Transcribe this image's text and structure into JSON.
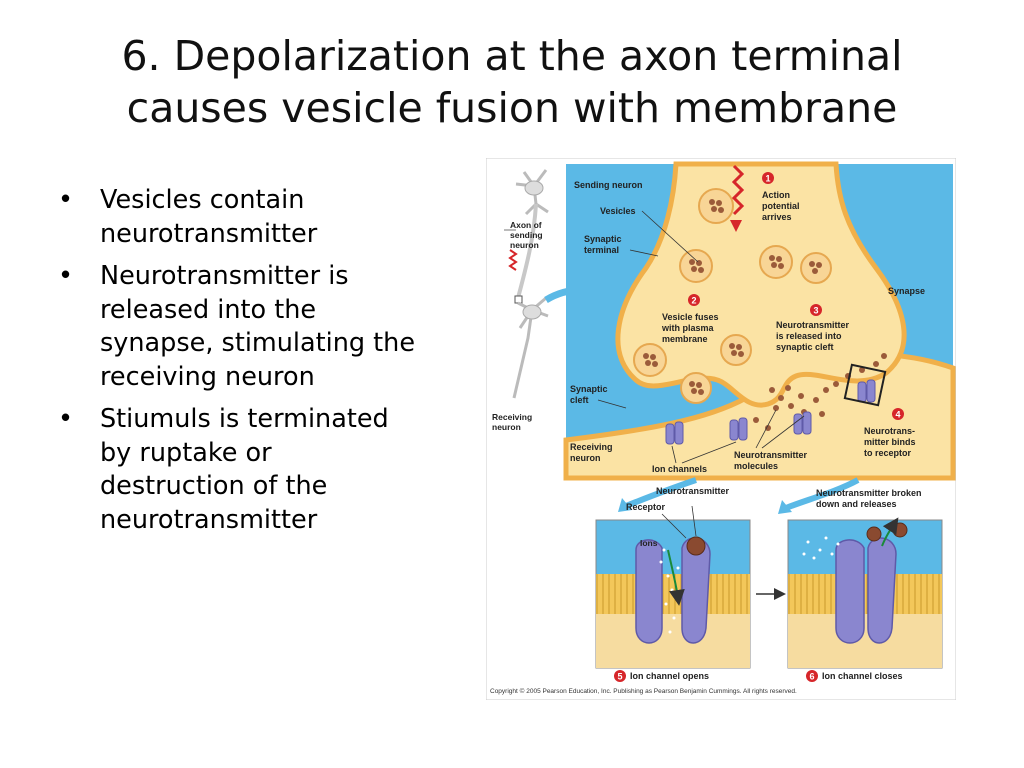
{
  "slide": {
    "title_line1": "6. Depolarization at the axon terminal",
    "title_line2": "causes vesicle fusion with membrane",
    "bullets": [
      {
        "lines": [
          "Vesicles contain",
          "neurotransmitter"
        ]
      },
      {
        "lines": [
          "Neurotransmitter is",
          "released into the",
          "synapse, stimulating the",
          "receiving neuron"
        ]
      },
      {
        "lines": [
          "Stiumuls is terminated",
          "by ruptake or",
          "destruction of the",
          "neurotransmitter"
        ]
      }
    ],
    "bullet_glyph": "•"
  },
  "figure": {
    "neuron_labels": {
      "axon_sending": [
        "Axon of",
        "sending",
        "neuron"
      ],
      "receiving": [
        "Receiving",
        "neuron"
      ]
    },
    "labels": {
      "sending_neuron": "Sending neuron",
      "vesicles": "Vesicles",
      "synaptic_terminal": [
        "Synaptic",
        "terminal"
      ],
      "synapse": "Synapse",
      "synaptic_cleft": [
        "Synaptic",
        "cleft"
      ],
      "receiving_neuron": [
        "Receiving",
        "neuron"
      ],
      "ion_channels": "Ion channels",
      "nt_molecules": [
        "Neurotransmitter",
        "molecules"
      ],
      "neurotransmitter": "Neurotransmitter",
      "receptor": "Receptor",
      "ions": "Ions",
      "nt_broken": [
        "Neurotransmitter broken",
        "down and releases"
      ]
    },
    "steps": [
      {
        "num": "1",
        "text": [
          "Action",
          "potential",
          "arrives"
        ]
      },
      {
        "num": "2",
        "text": [
          "Vesicle fuses",
          "with plasma",
          "membrane"
        ]
      },
      {
        "num": "3",
        "text": [
          "Neurotransmitter",
          "is released into",
          "synaptic cleft"
        ]
      },
      {
        "num": "4",
        "text": [
          "Neurotrans-",
          "mitter binds",
          "to receptor"
        ]
      },
      {
        "num": "5",
        "text": [
          "Ion channel opens"
        ]
      },
      {
        "num": "6",
        "text": [
          "Ion channel closes"
        ]
      }
    ],
    "copyright": "Copyright © 2005 Pearson Education, Inc. Publishing as Pearson Benjamin Cummings. All rights reserved.",
    "colors": {
      "cleft_blue": "#5bb9e6",
      "terminal_yellow": "#fbe3a4",
      "membrane_orange": "#f0b04a",
      "vesicle_brown": "#9b5b3a",
      "channel_purple": "#8a86cf",
      "step_red": "#d6262a",
      "arrow_blue": "#5bb9e6"
    }
  }
}
